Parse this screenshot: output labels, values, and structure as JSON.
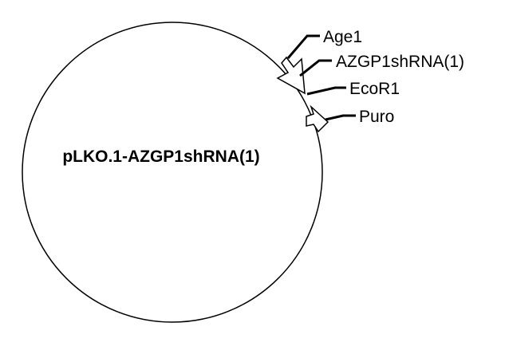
{
  "plasmid": {
    "name": "pLKO.1-AZGP1shRNA(1)"
  },
  "features": {
    "age1": {
      "label": "Age1"
    },
    "azgp1_shrna": {
      "label": "AZGP1shRNA(1)"
    },
    "ecor1": {
      "label": "EcoR1"
    },
    "puro": {
      "label": "Puro"
    }
  },
  "colors": {
    "line": "#000000",
    "background": "#ffffff"
  }
}
